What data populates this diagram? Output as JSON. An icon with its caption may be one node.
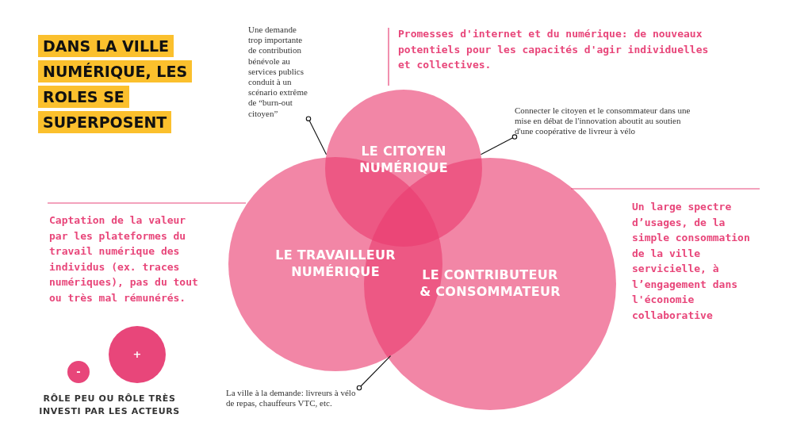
{
  "diagram": {
    "title": "DANS LA VILLE NUMÉRIQUE, LES ROLES SE SUPERPOSENT",
    "nodes": [
      {
        "text": [
          "LE CITOYEN NUMÉRIQUE"
        ]
      },
      {
        "text": [
          "LE TRAVAILLEUR NUMÉRIQUE"
        ]
      },
      {
        "text": [
          "LE CONTRIBUTEUR & CONSOMMATEUR"
        ]
      },
      {
        "text": [
          "Une demande trop importante de contribution bénévole au services publics conduit à un scénario extrême de “burn-out citoyen”"
        ]
      },
      {
        "text": [
          "Connecter le citoyen et le consommateur dans une mise en débat de l'innovation aboutit au soutien d'une coopérative de livreur à vélo"
        ]
      },
      {
        "text": [
          "La ville à la demande: livreurs à vélo de repas, chauffeurs VTC, etc."
        ]
      },
      {
        "text": [
          "-"
        ]
      },
      {
        "text": [
          "+"
        ]
      }
    ],
    "edges": [
      {
        "from": 3,
        "to": 0,
        "arrow": "other"
      },
      {
        "from": 4,
        "to": 0,
        "arrow": "other"
      },
      {
        "from": 5,
        "to": 1,
        "arrow": "other"
      }
    ],
    "labels": [
      "Promesses d'internet et du numérique: de nouveaux potentiels pour les capacités d'agir individuelles et collectives.",
      "Captation de la valeur par les plateformes du travail numérique des individus (ex. traces numériques), pas du tout ou très mal rémunérés.",
      "Un large spectre d’usages, de la simple consommation de la ville servicielle, à l’engagement dans l'économie collaborative",
      "RÔLE PEU OU RÔLE TRÈS INVESTI PAR LES ACTEURS"
    ]
  }
}
